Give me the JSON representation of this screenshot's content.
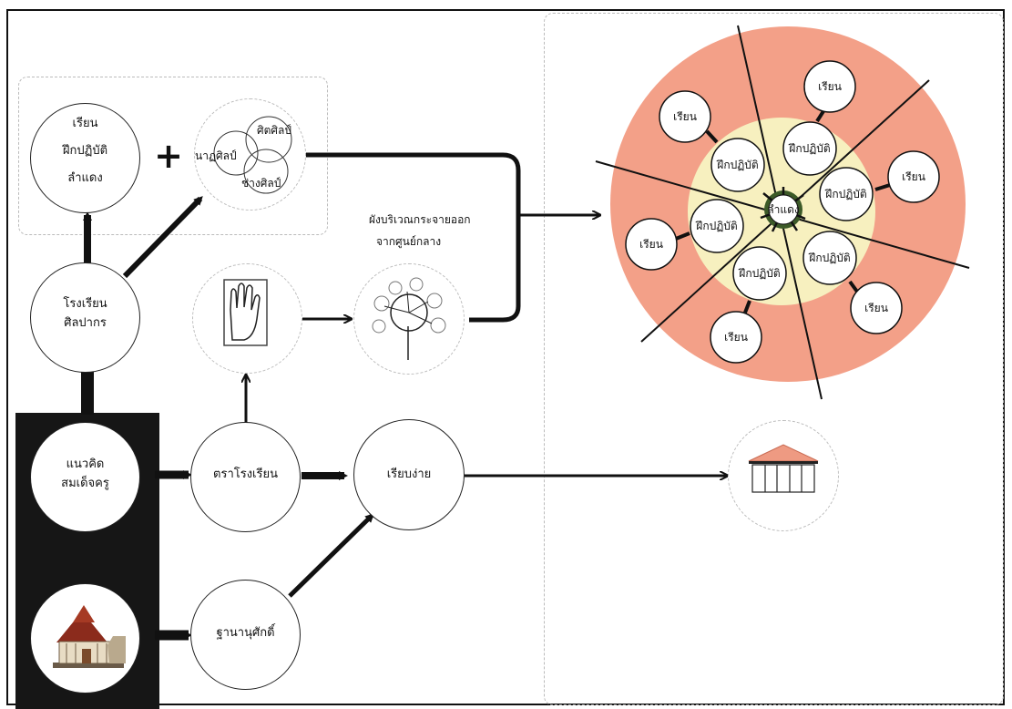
{
  "left": {
    "concept_circle": {
      "line1": "เรียน",
      "line2": "ฝึกปฏิบัติ",
      "line3": "ลำแดง"
    },
    "plus": "+",
    "arts": {
      "a": "ศิตศิลป์",
      "b": "นาฏศิลป์",
      "c": "ช่างศิลป์"
    },
    "school": {
      "line1": "โรงเรียน",
      "line2": "ศิลปากร"
    },
    "radial_caption": {
      "line1": "ผังบริเวณกระจายออก",
      "line2": "จากศูนย์กลาง"
    },
    "concept_teacher": {
      "line1": "แนวคิด",
      "line2": "สมเด็จครู"
    },
    "school_emblem": "ตราโรงเรียน",
    "simple_study": "เรียบง่าย",
    "status": "ฐานานุศักดิ์"
  },
  "right": {
    "center": "ลำแดง",
    "practice": [
      "ฝึกปฏิบัติ",
      "ฝึกปฏิบัติ",
      "ฝึกปฏิบัติ",
      "ฝึกปฏิบัติ",
      "ฝึกปฏิบัติ",
      "ฝึกปฏิบัติ"
    ],
    "study": [
      "เรียน",
      "เรียน",
      "เรียน",
      "เรียน",
      "เรียน",
      "เรียน"
    ]
  },
  "colors": {
    "outer_ring": "#f3a088",
    "inner_ring": "#f7f0bf",
    "line": "#111111",
    "panel": "#161616"
  }
}
